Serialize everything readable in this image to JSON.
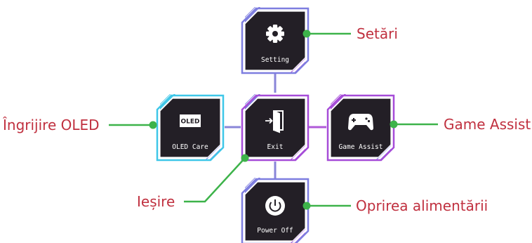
{
  "colors": {
    "tile_fill": "#231f26",
    "tile_border": "#7e7ee0",
    "tile_inner_border": "#ffffff",
    "accent_purple": "#a64cd8",
    "accent_cyan": "#3fc7e8",
    "connector": "#8a86d8",
    "connector_purple": "#b05ad8",
    "callout_line": "#3db34a",
    "callout_text": "#c0303f",
    "icon": "#ffffff"
  },
  "tiles": {
    "setting": {
      "label": "Setting",
      "icon": "gear-icon"
    },
    "oled_care": {
      "label": "OLED Care",
      "icon": "oled-icon",
      "icon_text": "OLED"
    },
    "exit": {
      "label": "Exit",
      "icon": "exit-door-icon"
    },
    "game_assist": {
      "label": "Game Assist",
      "icon": "gamepad-icon"
    },
    "power_off": {
      "label": "Power Off",
      "icon": "power-icon"
    }
  },
  "callouts": {
    "setari": "Setări",
    "ingrijire_oled": "Îngrijire OLED",
    "game_assist": "Game Assist",
    "iesire": "Ieșire",
    "oprirea_alimentarii": "Oprirea alimentării"
  }
}
